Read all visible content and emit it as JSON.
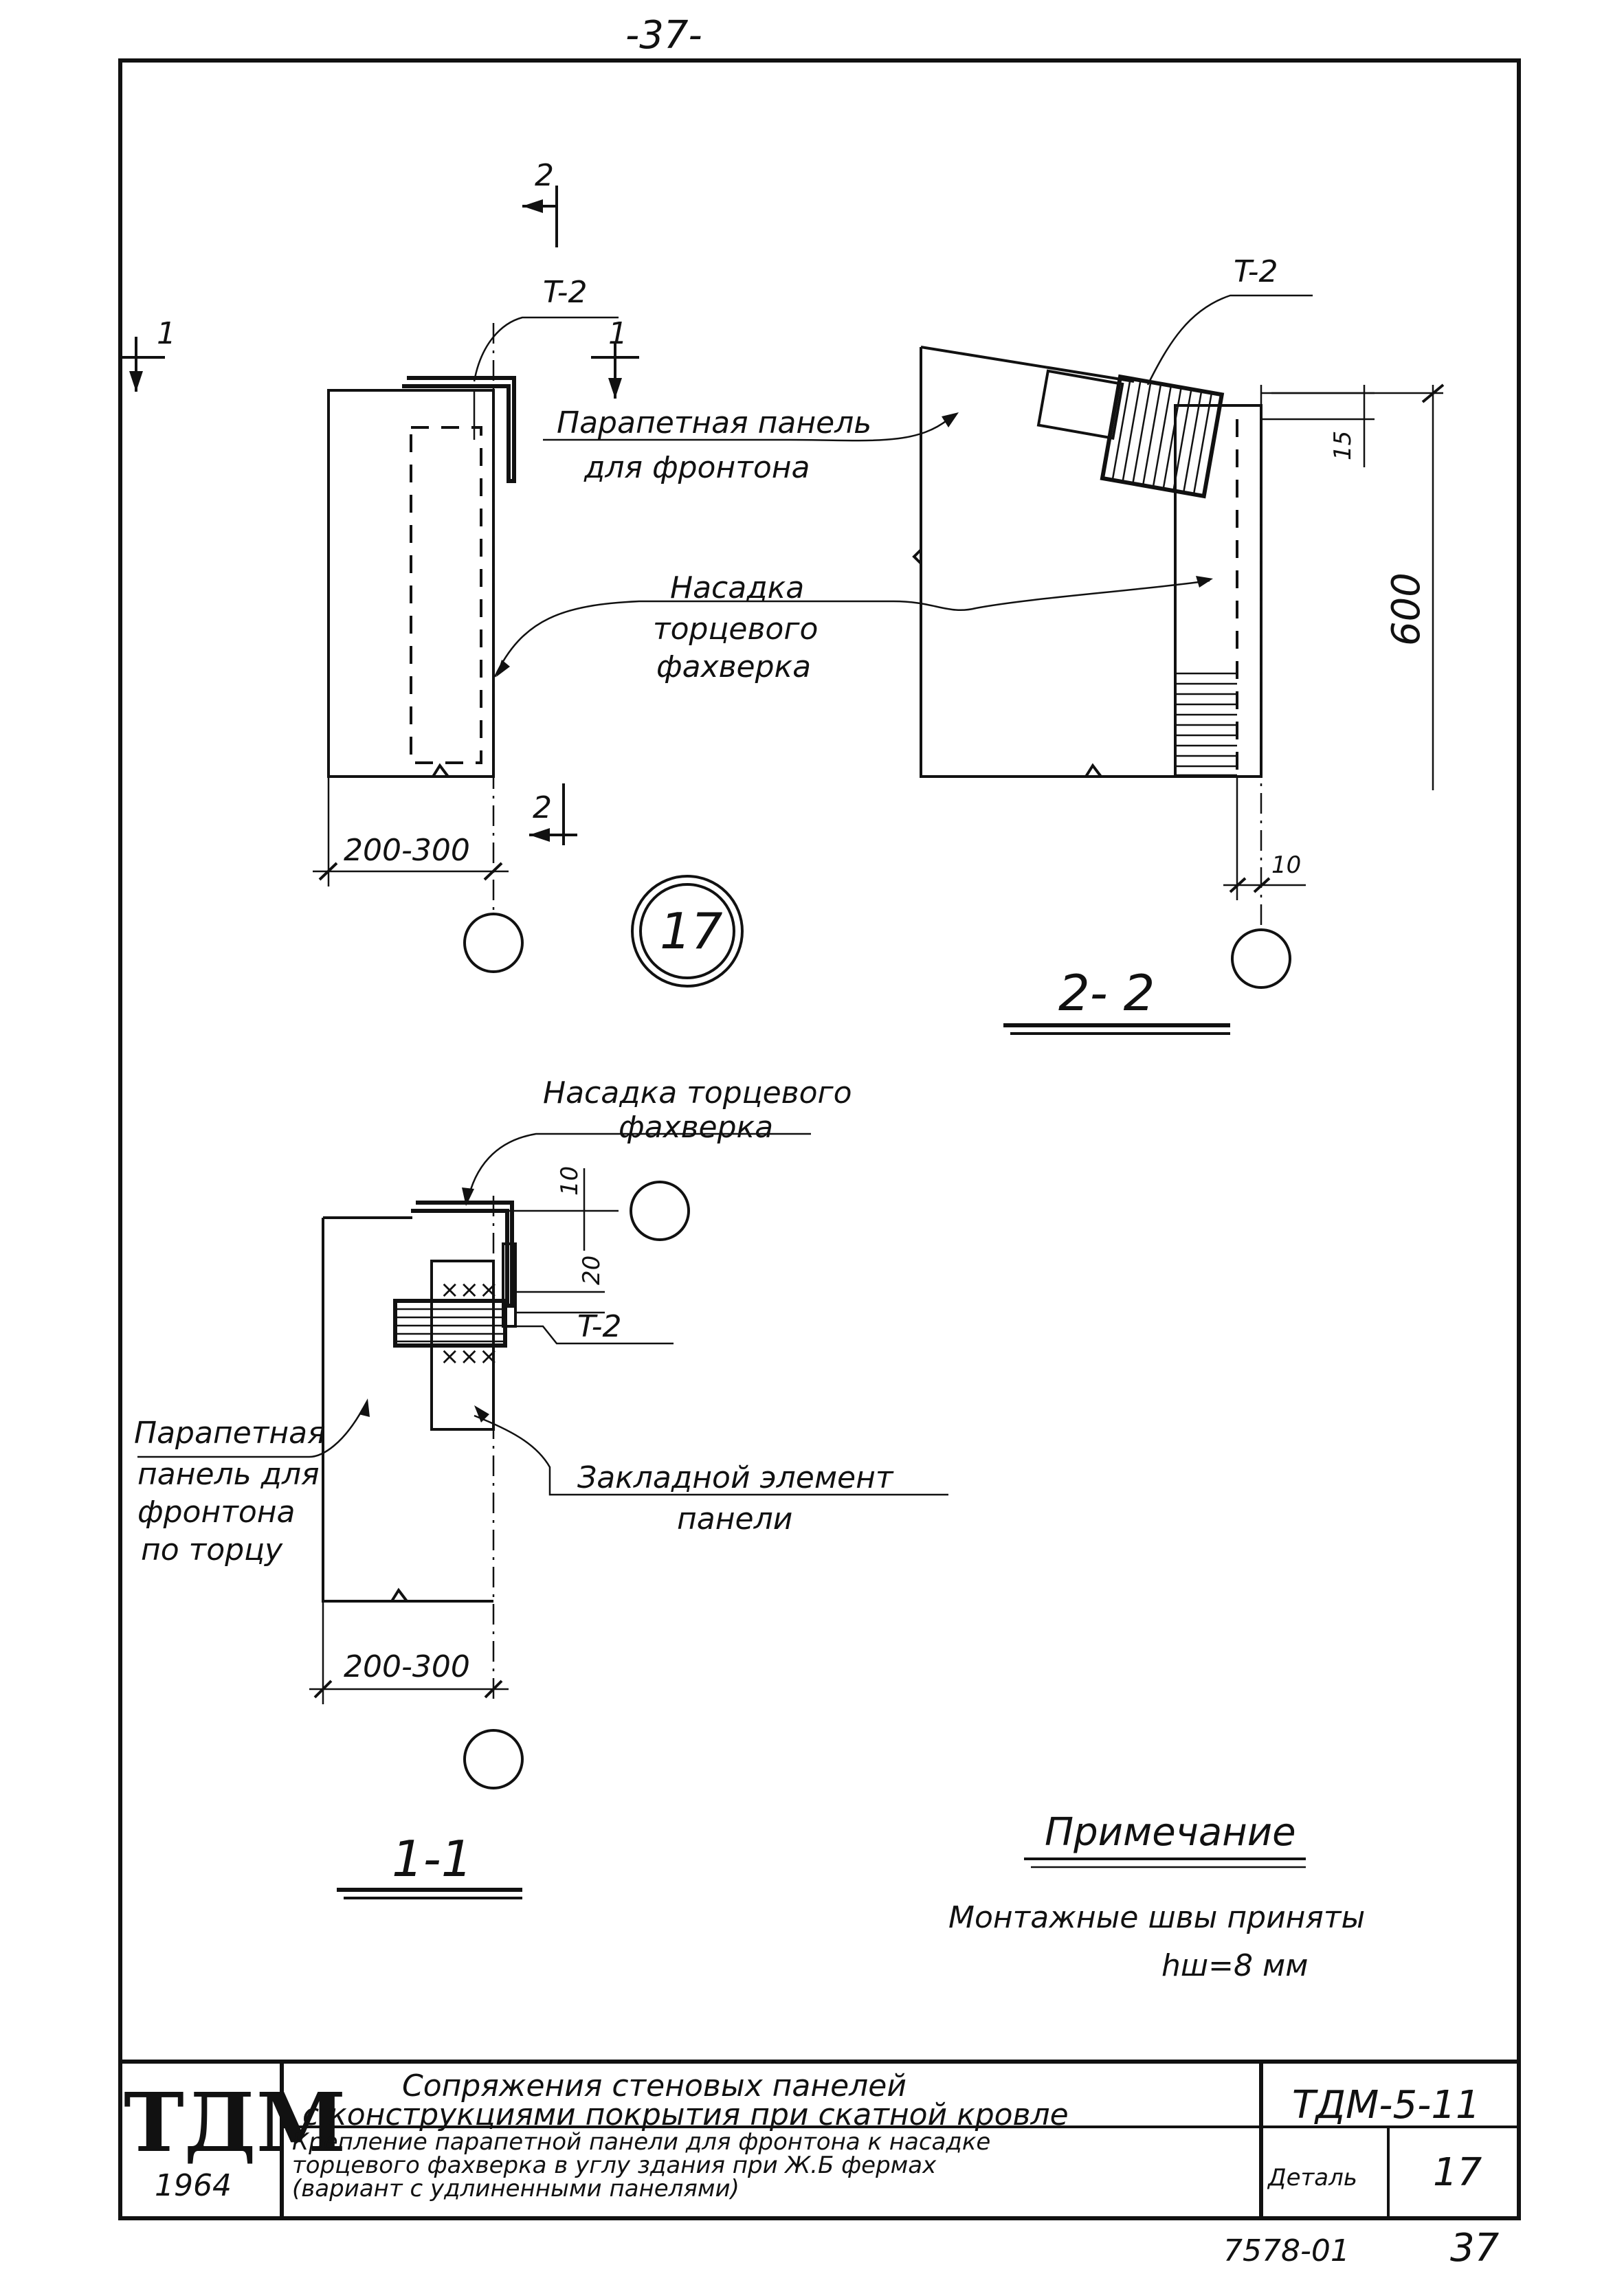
{
  "page_number_top": "-37-",
  "labels": {
    "t2_top_left": "T-2",
    "t2_top_right": "T-2",
    "t2_bottom": "T-2",
    "section_mark_2": "2",
    "section_mark_1": "1",
    "parapet_panel_1": "Парапетная панель",
    "parapet_panel_2": "для фронтона",
    "nasadka_1": "Насадка",
    "nasadka_2": "торцевого",
    "nasadka_3": "фахверка",
    "dim_200_300_top": "200-300",
    "dim_200_300_bottom": "200-300",
    "dim_15": "15",
    "dim_600": "600",
    "dim_10_right": "10",
    "dim_10_bottom": "10",
    "dim_20": "20",
    "detail_circle_number": "17",
    "section_2_2": "2- 2",
    "section_1_1": "1-1",
    "nasadka_bottom_1": "Насадка торцевого",
    "nasadka_bottom_2": "фахверка",
    "parapet_end_1": "Парапетная",
    "parapet_end_2": "панель для",
    "parapet_end_3": "фронтона",
    "parapet_end_4": "по торцу",
    "embedded_1": "Закладной элемент",
    "embedded_2": "панели"
  },
  "note": {
    "title": "Примечание",
    "line1": "Монтажные швы приняты",
    "line2": "hш=8 мм"
  },
  "title_block": {
    "logo": "ТДМ",
    "year": "1964",
    "title_line1": "Сопряжения стеновых панелей",
    "title_line2": "с конструкциями покрытия при скатной кровле",
    "code": "ТДМ-5-11",
    "desc_line1": "Крепление парапетной панели для фронтона к насадке",
    "desc_line2": "торцевого фахверка в углу здания при Ж.Б фермах",
    "desc_line3": "(вариант с удлиненными панелями)",
    "detail_label": "Деталь",
    "detail_number": "17"
  },
  "footer": {
    "drawing_number": "7578-01",
    "page": "37"
  }
}
